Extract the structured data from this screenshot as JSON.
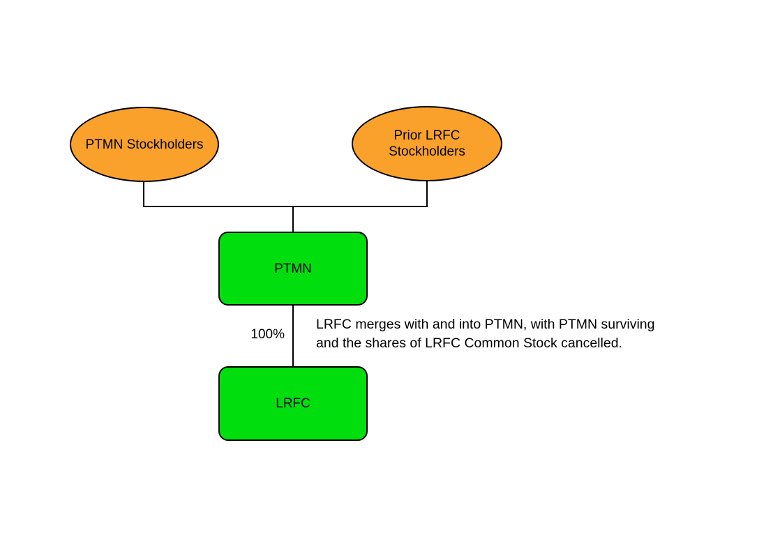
{
  "diagram": {
    "type": "org-merger-structure",
    "nodes": [
      {
        "id": "ptmn-stockholders",
        "label": "PTMN Stockholders",
        "shape": "ellipse",
        "fill": "#F9A12B"
      },
      {
        "id": "prior-lrfc-stockholders",
        "label": "Prior LRFC Stockholders",
        "shape": "ellipse",
        "fill": "#F9A12B"
      },
      {
        "id": "ptmn",
        "label": "PTMN",
        "shape": "rounded-rect",
        "fill": "#00DF0D"
      },
      {
        "id": "lrfc",
        "label": "LRFC",
        "shape": "rounded-rect",
        "fill": "#00DF0D"
      }
    ],
    "edges": [
      {
        "from": "ptmn-stockholders",
        "to": "ptmn",
        "label": ""
      },
      {
        "from": "prior-lrfc-stockholders",
        "to": "ptmn",
        "label": ""
      },
      {
        "from": "ptmn",
        "to": "lrfc",
        "label": "100%"
      }
    ],
    "edge_label": "100%",
    "annotation": {
      "line1": "LRFC merges with and into PTMN, with PTMN surviving",
      "line2": "and the shares of LRFC Common Stock cancelled."
    },
    "colors": {
      "ellipse_fill": "#F9A12B",
      "box_fill": "#00DF0D",
      "stroke": "#000000",
      "text": "#000000",
      "background": "#FFFFFF"
    }
  }
}
